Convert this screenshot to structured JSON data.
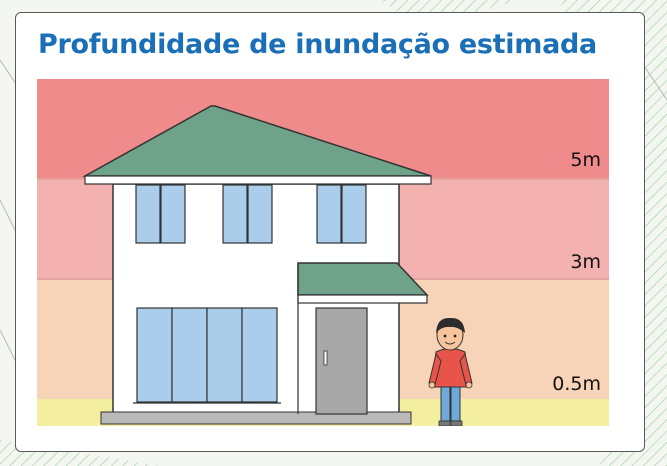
{
  "title": "Profundidade de inundação estimada",
  "levels": [
    {
      "label": "5m",
      "color": "#ef8b8b"
    },
    {
      "label": "3m",
      "color": "#f3b1b0"
    },
    {
      "label": "0.5m",
      "color": "#f7d3b8"
    }
  ],
  "ground_color": "#f3eea0",
  "roof_color": "#6ea38a",
  "window_color": "#a9cdeb",
  "door_color": "#a8a8a8",
  "person_shirt_color": "#e8534a",
  "person_pants_color": "#6fa9d8",
  "background_icon": "map-pattern-icon"
}
